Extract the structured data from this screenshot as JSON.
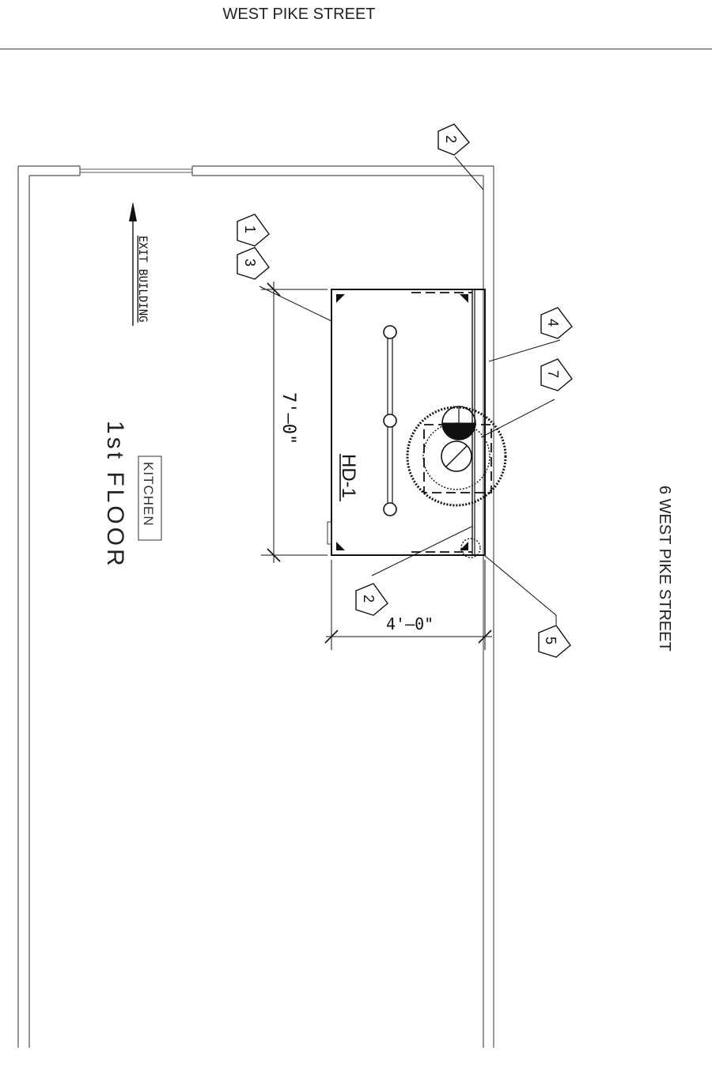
{
  "streets": {
    "top": "WEST PIKE STREET",
    "right": "6 WEST PIKE STREET"
  },
  "room": {
    "name": "KITCHEN",
    "floor": "1st FLOOR",
    "exit_label": "EXIT BUILDING"
  },
  "hood": {
    "id": "HD-1",
    "length_dim": "7'–0\"",
    "depth_dim": "4'–0\""
  },
  "callouts": {
    "c1": "1",
    "c2_top": "2",
    "c2_bottom": "2",
    "c3": "3",
    "c4": "4",
    "c5": "5",
    "c7": "7"
  },
  "colors": {
    "line": "#2a2a2a",
    "background": "#ffffff"
  }
}
